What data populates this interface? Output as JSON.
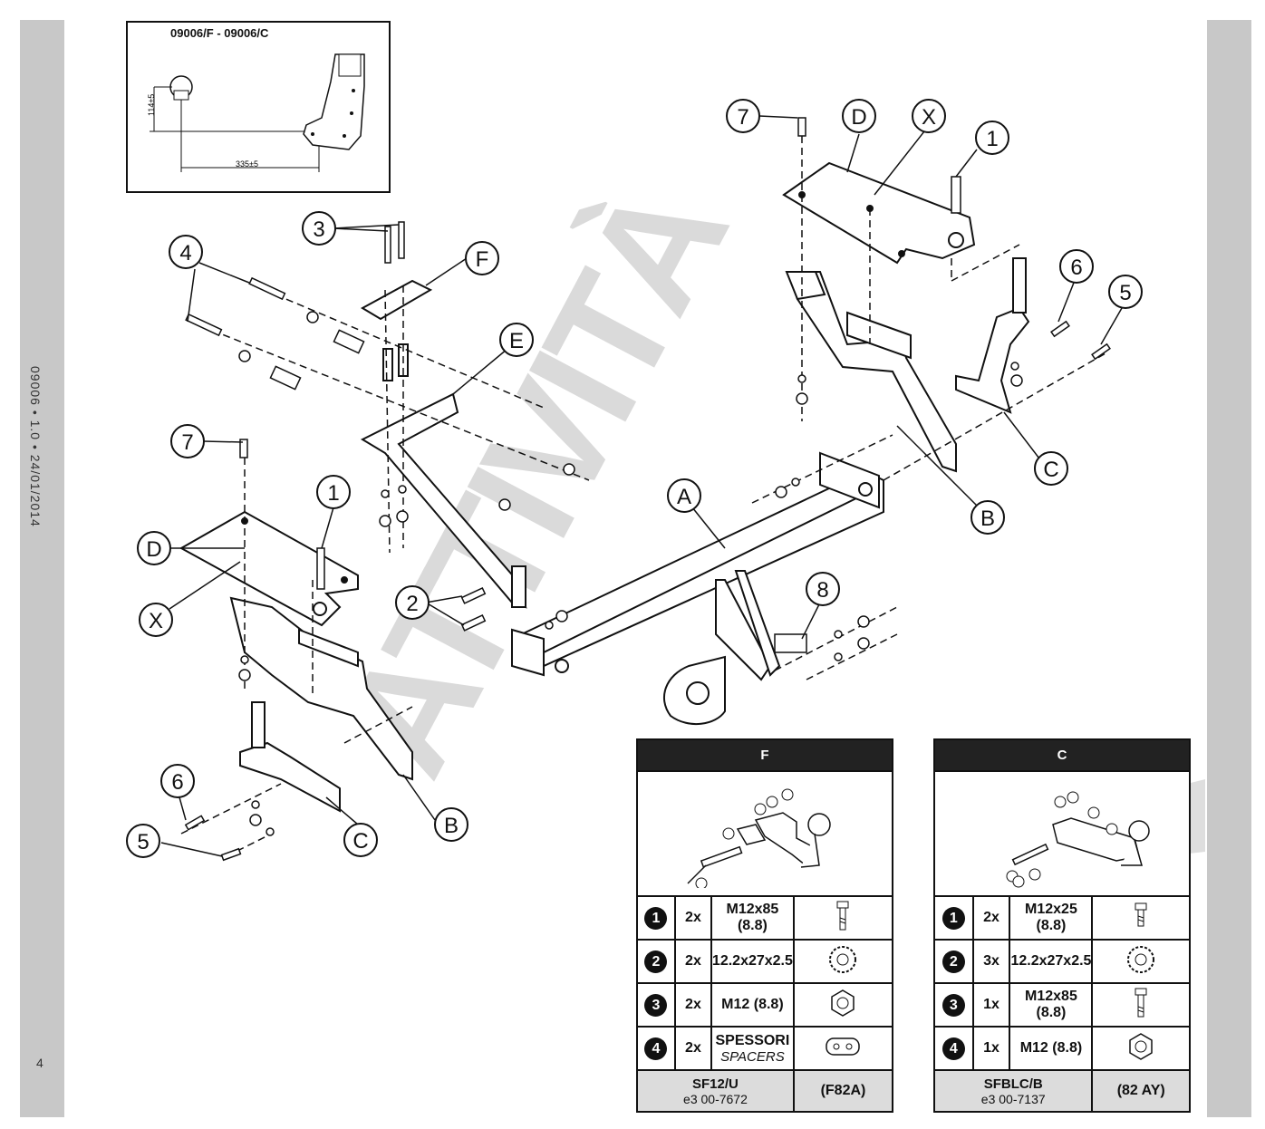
{
  "sidebar": {
    "doc_code": "09006 • 1.0 • 24/01/2014",
    "page_number": "4"
  },
  "inset": {
    "title": "09006/F - 09006/C",
    "dim_vertical": "114±5",
    "dim_horizontal": "335±5"
  },
  "callouts": {
    "top": [
      "7",
      "D",
      "X",
      "1",
      "6",
      "5",
      "C",
      "B",
      "3",
      "F",
      "4",
      "E",
      "A",
      "2",
      "8"
    ],
    "left": [
      "7",
      "1",
      "D",
      "X",
      "6",
      "5",
      "C",
      "B"
    ]
  },
  "watermark": "ATTIVITÀ",
  "table_f": {
    "header": "F",
    "rows": [
      {
        "num": "1",
        "qty": "2x",
        "desc": "M12x85 (8.8)",
        "desc_sub": "",
        "icon": "bolt-icon"
      },
      {
        "num": "2",
        "qty": "2x",
        "desc": "12.2x27x2.5",
        "desc_sub": "",
        "icon": "washer-icon"
      },
      {
        "num": "3",
        "qty": "2x",
        "desc": "M12 (8.8)",
        "desc_sub": "",
        "icon": "nut-icon"
      },
      {
        "num": "4",
        "qty": "2x",
        "desc": "SPESSORI",
        "desc_sub": "SPACERS",
        "icon": "spacer-icon"
      }
    ],
    "footer_code": "SF12/U",
    "footer_approval": "e3 00-7672",
    "footer_right": "(F82A)"
  },
  "table_c": {
    "header": "C",
    "rows": [
      {
        "num": "1",
        "qty": "2x",
        "desc": "M12x25 (8.8)",
        "desc_sub": "",
        "icon": "bolt-short-icon"
      },
      {
        "num": "2",
        "qty": "3x",
        "desc": "12.2x27x2.5",
        "desc_sub": "",
        "icon": "washer-icon"
      },
      {
        "num": "3",
        "qty": "1x",
        "desc": "M12x85 (8.8)",
        "desc_sub": "",
        "icon": "bolt-icon"
      },
      {
        "num": "4",
        "qty": "1x",
        "desc": "M12 (8.8)",
        "desc_sub": "",
        "icon": "nut-icon"
      }
    ],
    "footer_code": "SFBLC/B",
    "footer_approval": "e3 00-7137",
    "footer_right": "(82 AY)"
  }
}
